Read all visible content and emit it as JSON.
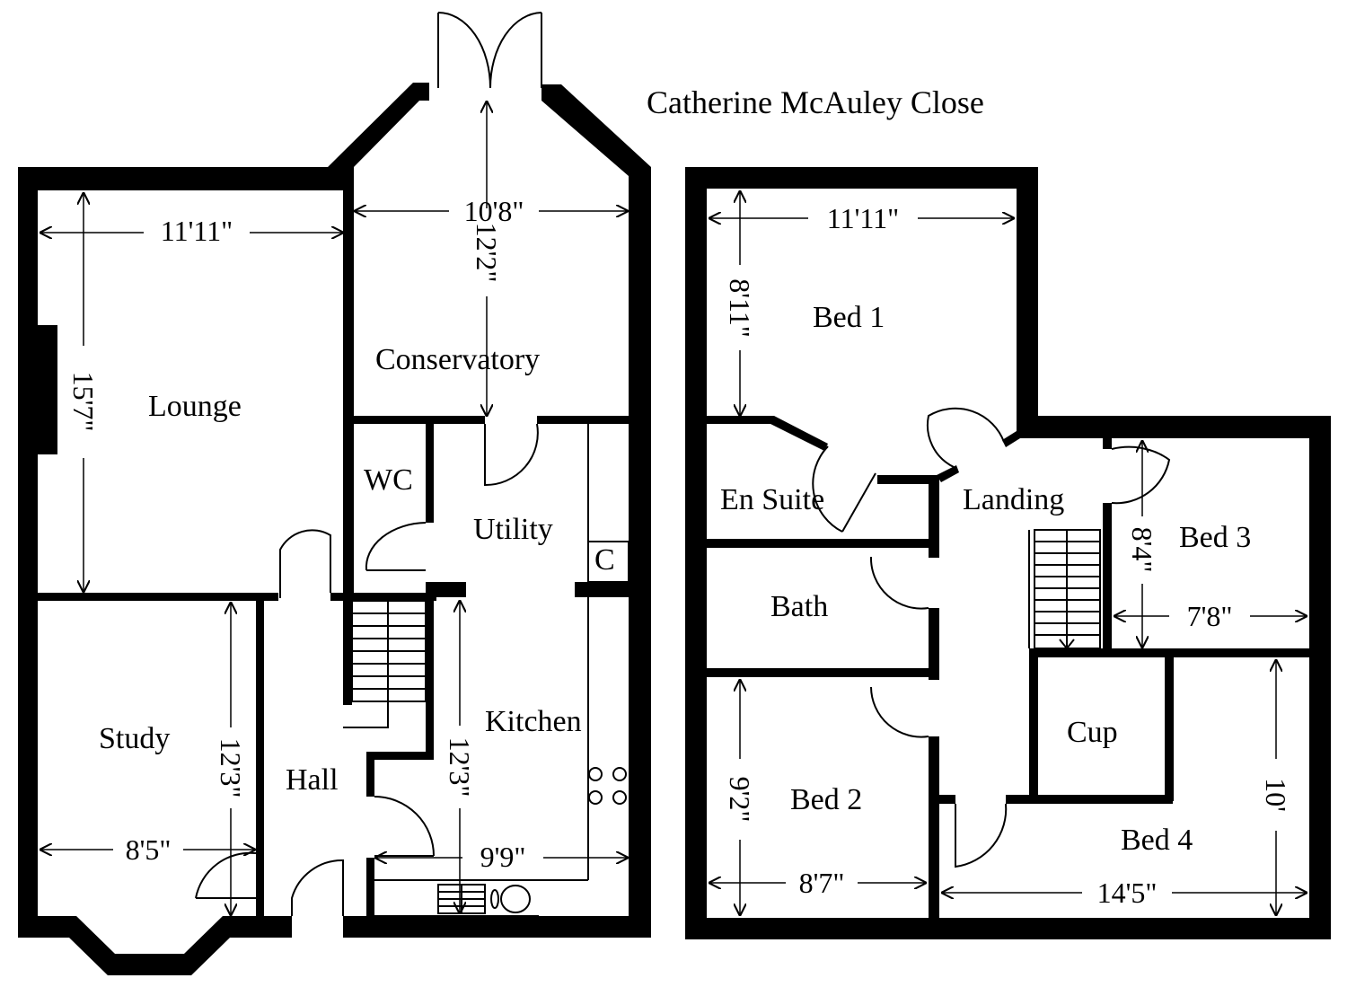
{
  "title": "Catherine McAuley Close",
  "ground_floor": {
    "rooms": {
      "lounge": "Lounge",
      "conservatory": "Conservatory",
      "wc": "WC",
      "utility": "Utility",
      "cupboard": "C",
      "study": "Study",
      "hall": "Hall",
      "kitchen": "Kitchen"
    },
    "dimensions": {
      "lounge_width": "11'11\"",
      "lounge_length": "15'7\"",
      "conservatory_width": "10'8\"",
      "conservatory_length": "12'2\"",
      "study_width": "8'5\"",
      "study_length": "12'3\"",
      "kitchen_width": "9'9\"",
      "kitchen_length": "12'3\""
    }
  },
  "first_floor": {
    "rooms": {
      "bed1": "Bed 1",
      "en_suite": "En Suite",
      "landing": "Landing",
      "bed3": "Bed 3",
      "bath": "Bath",
      "cup": "Cup",
      "bed2": "Bed 2",
      "bed4": "Bed 4"
    },
    "dimensions": {
      "bed1_width": "11'11\"",
      "bed1_length": "8'11\"",
      "bed3_length": "8'4\"",
      "bed3_width": "7'8\"",
      "bed2_length": "9'2\"",
      "bed2_width": "8'7\"",
      "bed4_width": "14'5\"",
      "bed4_length": "10'"
    }
  }
}
